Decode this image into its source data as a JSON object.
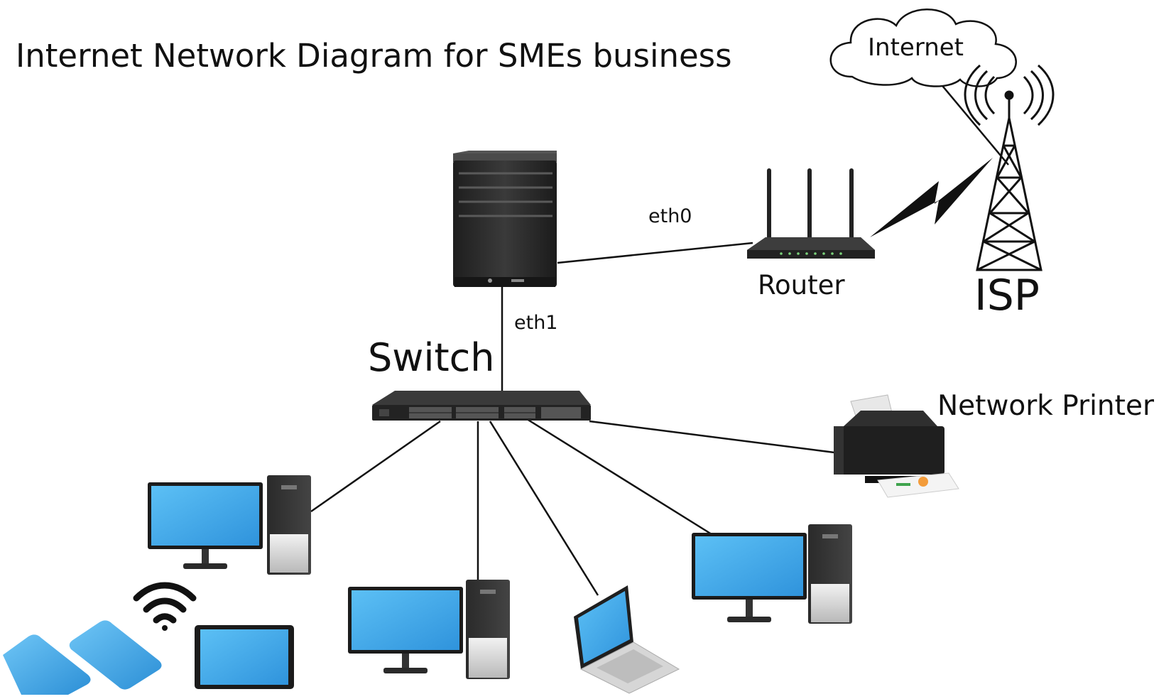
{
  "title": "Internet Network Diagram for SMEs business",
  "labels": {
    "internet": "Internet",
    "eth0": "eth0",
    "eth1": "eth1",
    "router": "Router",
    "isp": "ISP",
    "switch": "Switch",
    "network_printer": "Network Printer"
  },
  "colors": {
    "screen_blue": "#3aa3e6",
    "device_dark": "#2b2b2b",
    "line": "#111111"
  }
}
